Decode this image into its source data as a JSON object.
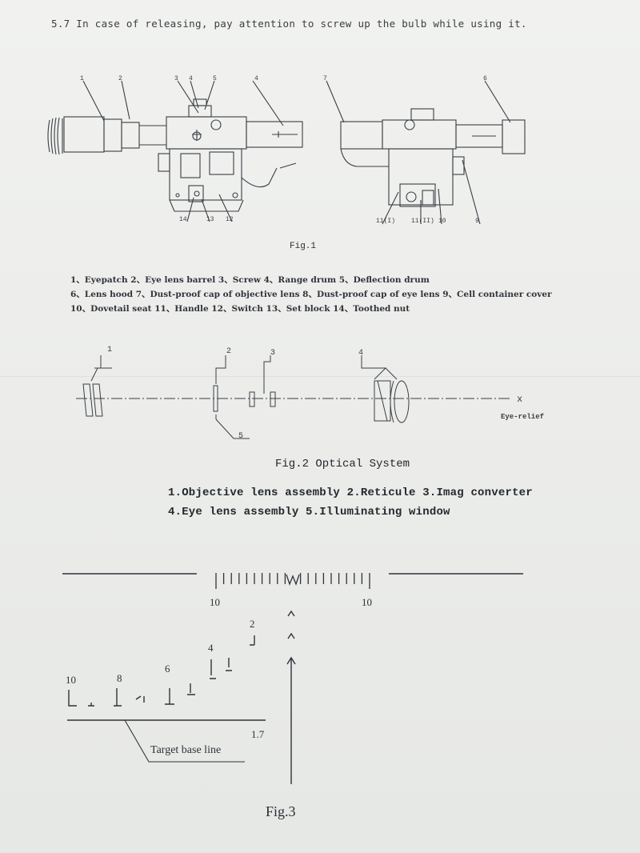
{
  "instruction": "5.7  In case of releasing, pay attention to screw up the bulb while using it.",
  "fig1": {
    "caption": "Fig.1",
    "callouts_left": [
      "1",
      "2",
      "3",
      "4",
      "5",
      "4"
    ],
    "callouts_left_bottom": [
      "14",
      "13",
      "12"
    ],
    "callouts_right": [
      "7",
      "6"
    ],
    "callouts_right_bottom": [
      "11(I)",
      "11(II)",
      "10",
      "9"
    ],
    "legend": [
      "1、Eyepatch   2、Eye lens barrel   3、Screw   4、Range drum  5、Deflection drum",
      "6、Lens hood   7、Dust-proof cap of objective lens  8、Dust-proof cap of eye lens   9、Cell container cover",
      "10、Dovetail seat   11、Handle   12、Switch   13、Set block   14、Toothed nut"
    ]
  },
  "fig2": {
    "callouts": [
      "1",
      "2",
      "3",
      "4",
      "5"
    ],
    "axis_end": "x",
    "eye_relief": "Eye-relief",
    "title": "Fig.2 Optical System",
    "items_line1": "1.Objective lens assembly  2.Reticule 3.Imag  converter",
    "items_line2": "4.Eye lens assembly  5.Illuminating window"
  },
  "fig3": {
    "scale_left": "10",
    "scale_right": "10",
    "range_labels": [
      "2",
      "4",
      "6",
      "8",
      "10"
    ],
    "mark_1_7": "1.7",
    "target_base_line": "Target base line",
    "caption": "Fig.3"
  }
}
